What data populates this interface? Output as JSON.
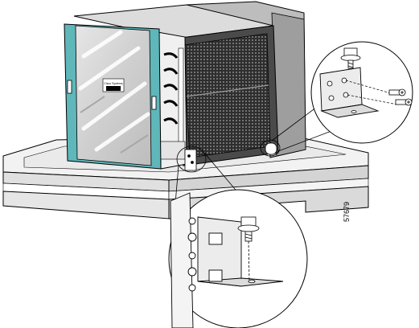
{
  "figure": {
    "id_label": "57679",
    "logo_text": "Cisco Systems"
  },
  "parts": [
    {
      "name": "chassis"
    },
    {
      "name": "front-door"
    },
    {
      "name": "pallet"
    },
    {
      "name": "mounting-bracket"
    },
    {
      "name": "screw"
    },
    {
      "name": "washer"
    }
  ],
  "callouts": [
    {
      "name": "right-rear-bracket-detail"
    },
    {
      "name": "front-left-bracket-detail"
    }
  ],
  "colors": {
    "door_trim": "#5fb7ba",
    "line": "#000000",
    "dark_panel": "#3a3a3a",
    "light_gray": "#d6d6d6",
    "pallet": "#eeeeee"
  }
}
